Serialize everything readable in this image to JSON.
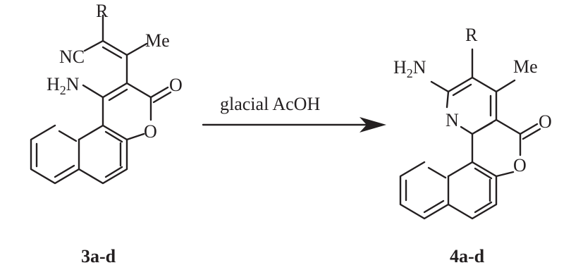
{
  "reaction": {
    "reagent": "glacial AcOH",
    "reactant": {
      "id": "3a-d",
      "atoms": {
        "r": "R",
        "nc": "NC",
        "me": "Me",
        "h2n_h": "H",
        "h2n_sub": "2",
        "h2n_n": "N",
        "o_carbonyl": "O",
        "o_ring": "O"
      }
    },
    "product": {
      "id": "4a-d",
      "atoms": {
        "r": "R",
        "h2n_h": "H",
        "h2n_sub": "2",
        "h2n_n": "N",
        "me": "Me",
        "n_ring": "N",
        "o_carbonyl": "O",
        "o_ring": "O"
      }
    }
  },
  "colors": {
    "ink": "#231f20"
  }
}
